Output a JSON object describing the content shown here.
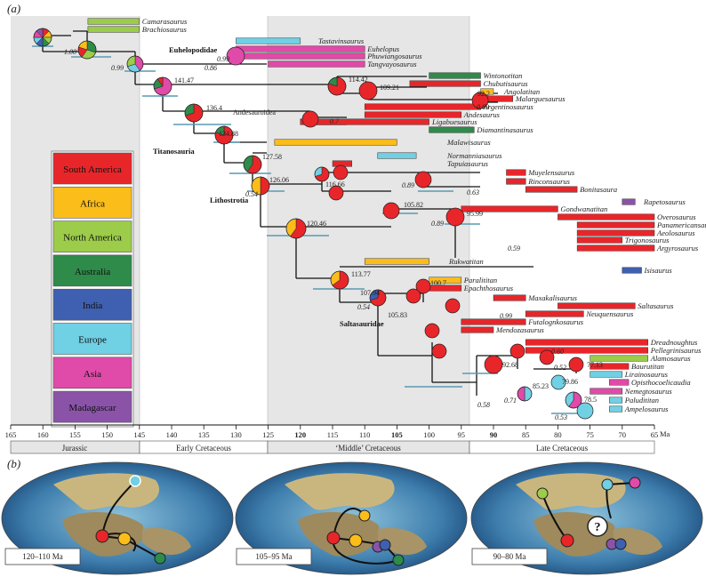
{
  "panels": {
    "a": "(a)",
    "b": "(b)"
  },
  "axis": {
    "ticks": [
      165,
      160,
      155,
      150,
      145,
      140,
      135,
      130,
      125,
      120,
      115,
      110,
      105,
      100,
      95,
      90,
      85,
      80,
      75,
      70,
      65
    ],
    "bold_ticks": [
      120,
      105,
      90
    ],
    "unit": "Ma"
  },
  "periods": [
    "Jurassic",
    "Early Cretaceous",
    "‘Middle’ Cretaceous",
    "Late Cretaceous"
  ],
  "legend": [
    {
      "label": "South America",
      "color": "#e8262a"
    },
    {
      "label": "Africa",
      "color": "#fbbd1a"
    },
    {
      "label": "North America",
      "color": "#9ccc4a"
    },
    {
      "label": "Australia",
      "color": "#2e8b4a"
    },
    {
      "label": "India",
      "color": "#3f5fb0"
    },
    {
      "label": "Europe",
      "color": "#70d0e4"
    },
    {
      "label": "Asia",
      "color": "#e04aa8"
    },
    {
      "label": "Madagascar",
      "color": "#8a53a8"
    }
  ],
  "clades": [
    "Euhelopodidae",
    "Titanosauria",
    "Lithostrotia",
    "Saltasauridae",
    "Andesauroidea"
  ],
  "taxa": [
    "Camarasaurus",
    "Brachiosaurus",
    "Tastavinsaurus",
    "Euhelopus",
    "Phuwiangosaurus",
    "Tangvayosaurus",
    "Wintonotitan",
    "Chubutisaurus",
    "Angolatitan",
    "Malarguesaurus",
    "Argentinosaurus",
    "Andesaurus",
    "Ligabuesaurus",
    "Diamantinasaurus",
    "Malawisaurus",
    "Normanniasaurus",
    "Tapuiasaurus",
    "Muyelensaurus",
    "Rinconsaurus",
    "Bonitasaura",
    "Rapetosaurus",
    "Gondwanatitan",
    "Overosaurus",
    "Panamericansaurus",
    "Aeolosaurus",
    "Trigonosaurus",
    "Argyrosaurus",
    "Rukwatitan",
    "Isisaurus",
    "Paralititan",
    "Epachthosaurus",
    "Maxakalisaurus",
    "Saltasaurus",
    "Neuquensaurus",
    "Futalognkosaurus",
    "Mendozasaurus",
    "Dreadnoughtus",
    "Pellegrinisaurus",
    "Alamosaurus",
    "Baurutitan",
    "Lirainosaurus",
    "Opisthocoelicaudia",
    "Nemegtosaurus",
    "Paludititan",
    "Ampelosaurus"
  ],
  "node_ages": [
    "141.47",
    "136.4",
    "134.88",
    "127.58",
    "126.06",
    "120.46",
    "116.66",
    "114.42",
    "109.21",
    "113.77",
    "107.94",
    "105.83",
    "105.82",
    "95.99",
    "100.7",
    "92.68",
    "77.13",
    "79.86",
    "85.23",
    "78.5",
    "92.2"
  ],
  "support_values": [
    "1.00",
    "0.99",
    "0.86",
    "0.99",
    "0.54",
    "0.89",
    "0.7",
    "0.69",
    "0.63",
    "0.89",
    "0.59",
    "0.54",
    "0.99",
    "0.60",
    "0.52",
    "0.58",
    "0.71",
    "0.53"
  ],
  "maps": [
    "120–110 Ma",
    "105–95 Ma",
    "90–80 Ma"
  ],
  "map_question": "?"
}
